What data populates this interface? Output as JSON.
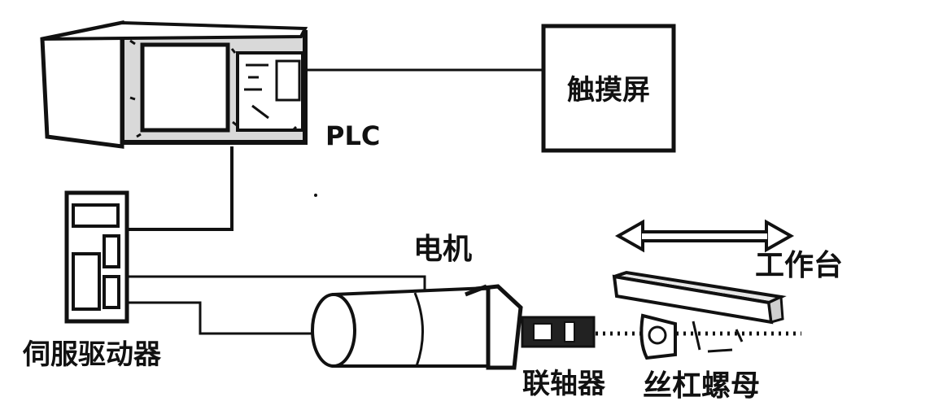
{
  "labels": {
    "plc": "PLC",
    "touchscreen": "触摸屏",
    "motor": "电机",
    "workbench": "工作台",
    "servo_driver": "伺服驱动器",
    "coupling": "联轴器",
    "ball_screw_nut": "丝杠螺母"
  }
}
